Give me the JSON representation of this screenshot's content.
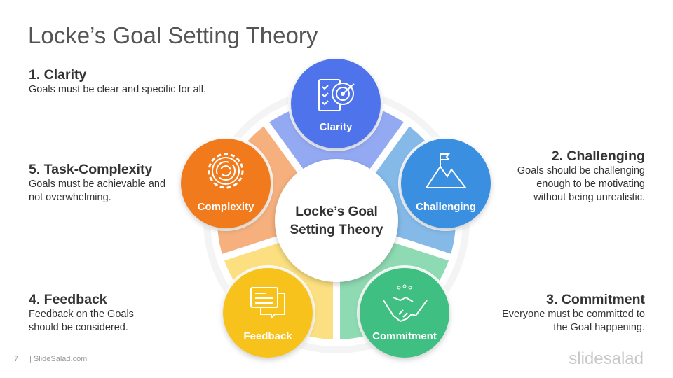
{
  "title": "Locke’s Goal Setting Theory",
  "center": {
    "line1": "Locke’s Goal",
    "line2": "Setting Theory"
  },
  "items": [
    {
      "heading": "1. Clarity",
      "desc": "Goals must be clear and specific for all.",
      "circle_label": "Clarity",
      "icon": "checklist-target-icon",
      "color": "#4f73ea",
      "ring": "#93a9f2"
    },
    {
      "heading": "2.  Challenging",
      "desc": "Goals should be challenging enough to be motivating without being unrealistic.",
      "circle_label": "Challenging",
      "icon": "mountain-flag-icon",
      "color": "#3b8fe0",
      "ring": "#84b9e8"
    },
    {
      "heading": "3. Commitment",
      "desc": "Everyone must be committed to the Goal happening.",
      "circle_label": "Commitment",
      "icon": "handshake-icon",
      "color": "#3fbf82",
      "ring": "#8edab2"
    },
    {
      "heading": "4. Feedback",
      "desc": "Feedback on the Goals should be considered.",
      "circle_label": "Feedback",
      "icon": "chat-bubbles-icon",
      "color": "#f8c21c",
      "ring": "#fbdf80"
    },
    {
      "heading": "5. Task-Complexity",
      "desc": "Goals must be achievable and not overwhelming.",
      "circle_label": "Complexity",
      "icon": "gear-maze-icon",
      "color": "#f07a1e",
      "ring": "#f5b07d"
    }
  ],
  "footer": {
    "page": "7",
    "site": "| SlideSalad.com",
    "logo": "slidesalad"
  }
}
